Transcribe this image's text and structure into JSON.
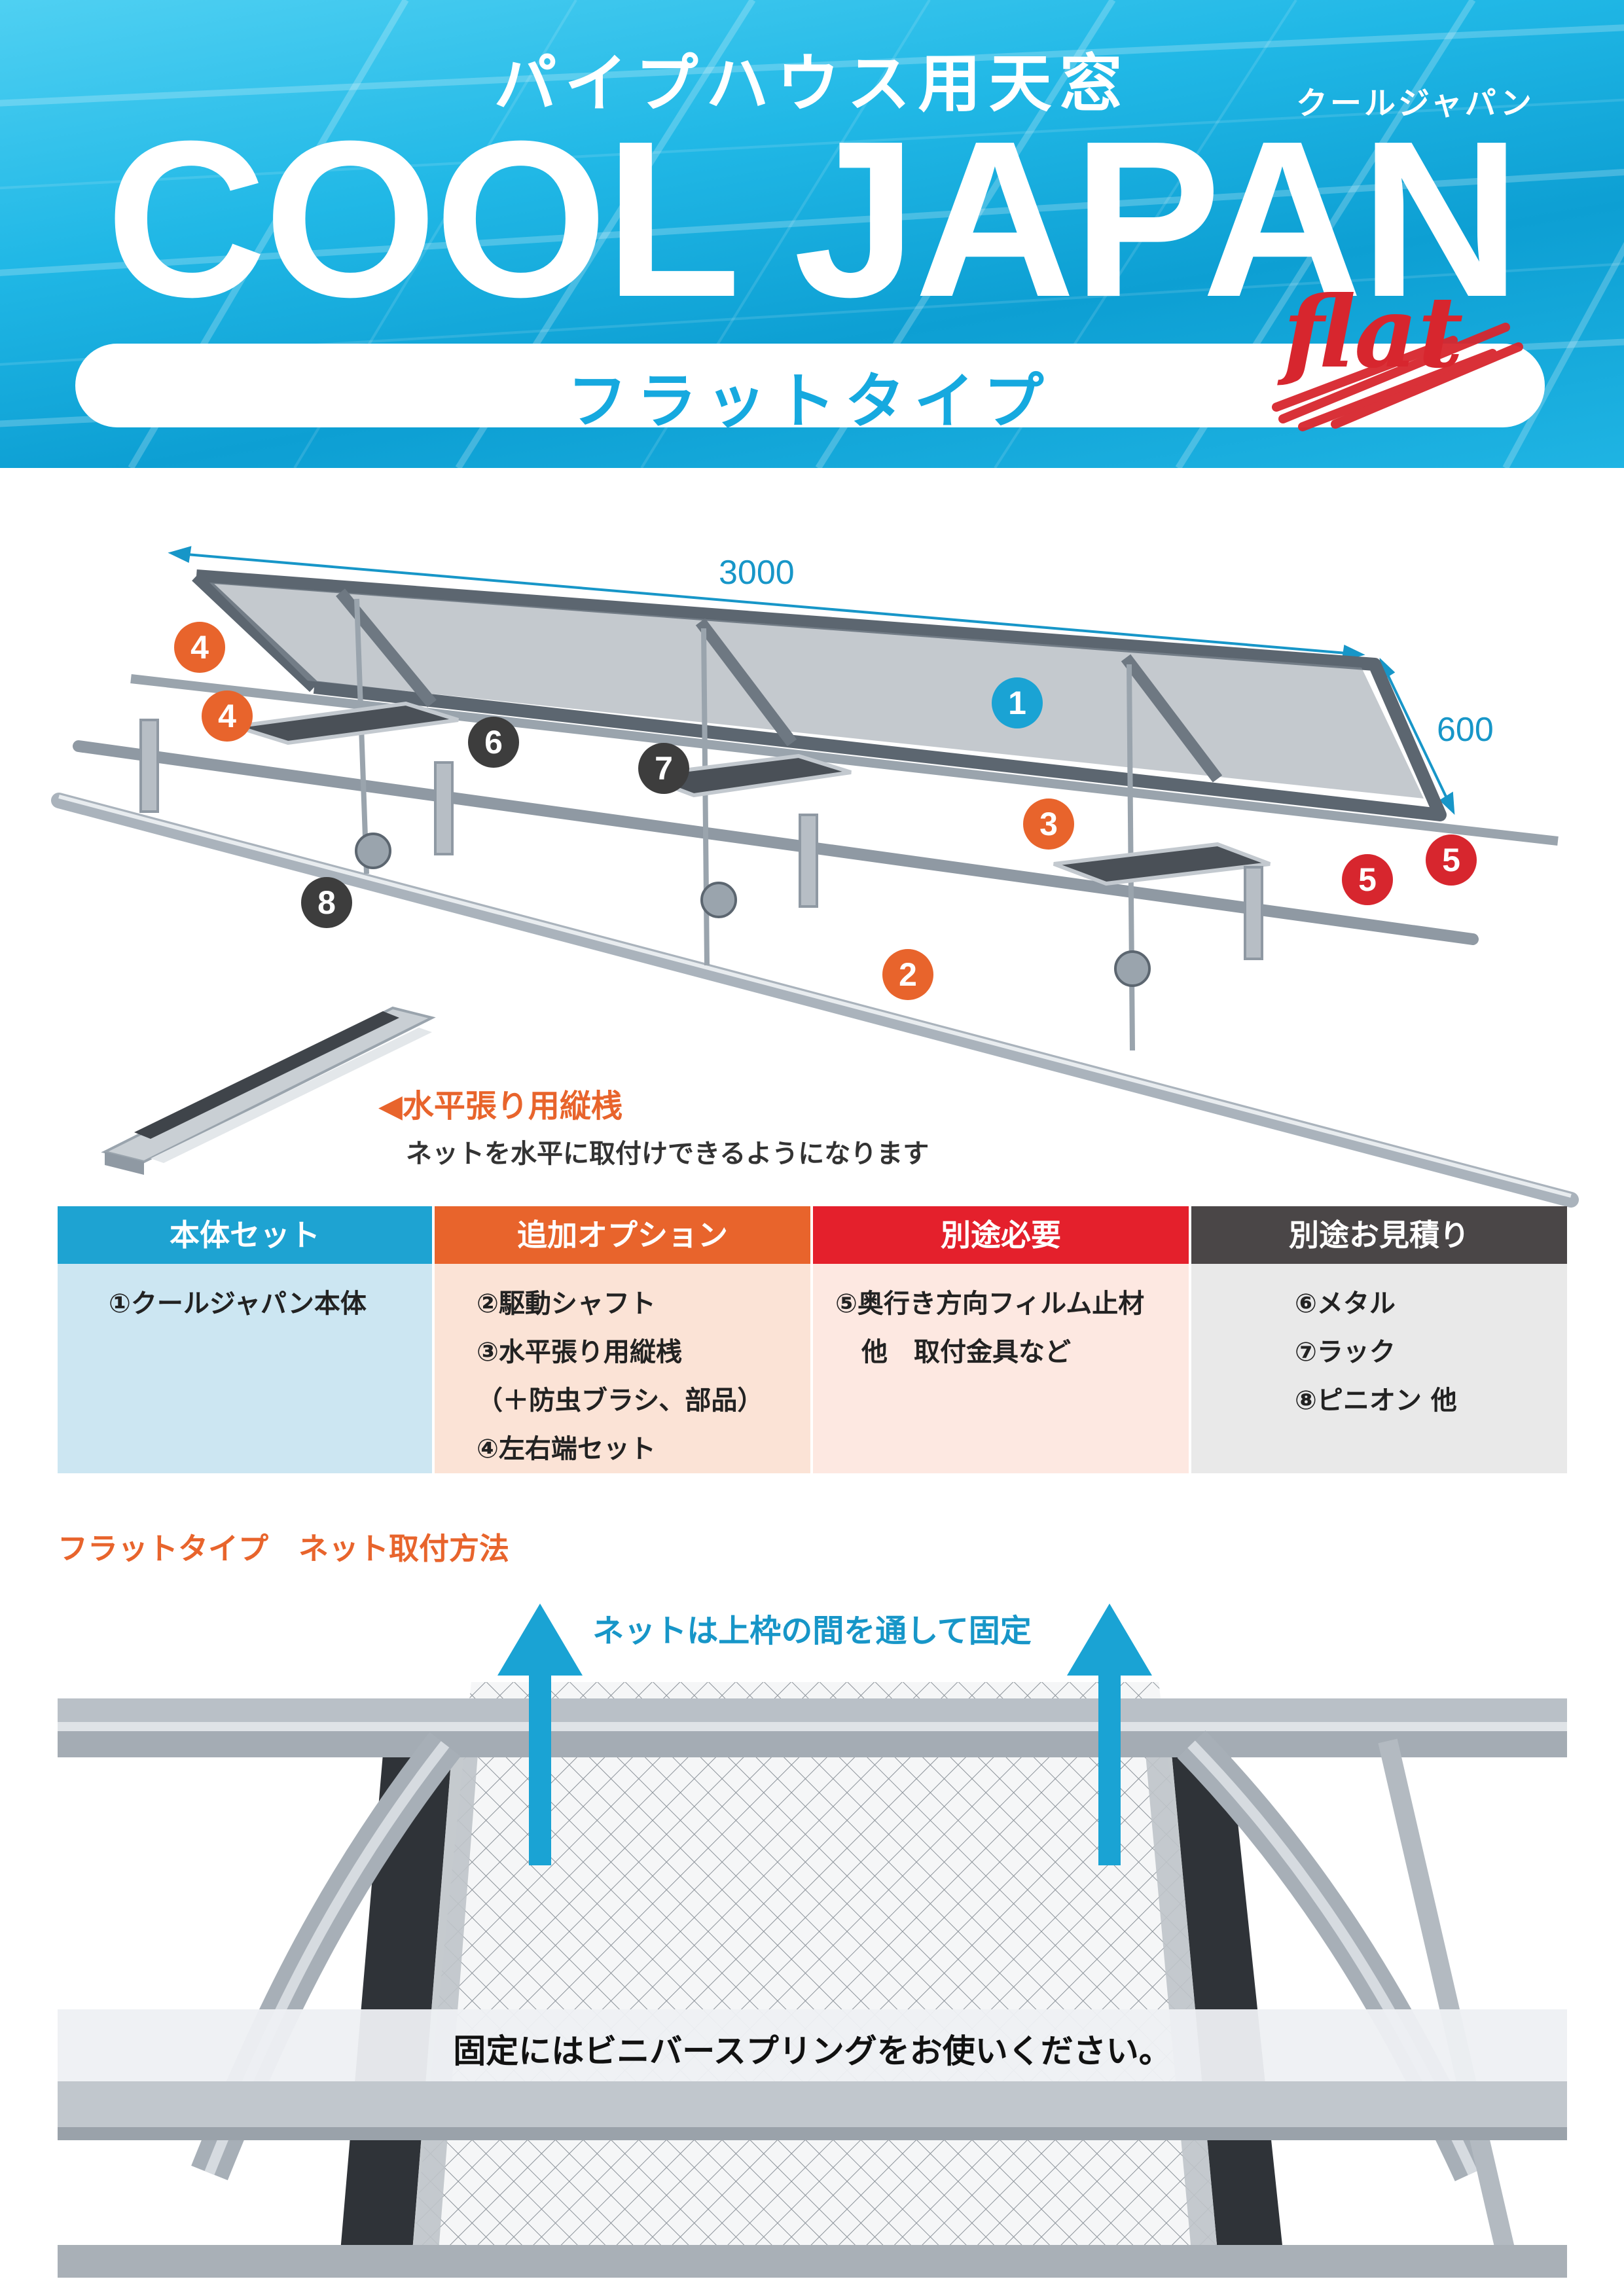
{
  "header": {
    "subtitle": "パイプハウス用天窓",
    "title": "COOL JAPAN",
    "title_katakana": "クールジャパン",
    "type_label": "フラットタイプ",
    "logo_text": "flat",
    "colors": {
      "sky": "#1fb4e3",
      "accent_blue": "#16a9df",
      "logo_red": "#d7262e"
    }
  },
  "diagram": {
    "dimensions": {
      "length": "3000",
      "width": "600"
    },
    "markers": [
      "1",
      "2",
      "3",
      "4",
      "4",
      "5",
      "5",
      "6",
      "7",
      "8"
    ],
    "callout": {
      "title": "◀水平張り用縦桟",
      "description": "ネットを水平に取付けできるようになります"
    }
  },
  "parts_table": {
    "columns": [
      {
        "header": "本体セット",
        "color": "#1ea3d2",
        "bg": "#cce6f2",
        "items": [
          "①クールジャパン本体"
        ]
      },
      {
        "header": "追加オプション",
        "color": "#e8642c",
        "bg": "#fbe3d6",
        "items": [
          "②駆動シャフト",
          "③水平張り用縦桟",
          "（＋防虫ブラシ、部品）",
          "④左右端セット"
        ]
      },
      {
        "header": "別途必要",
        "color": "#e4202c",
        "bg": "#fde8e1",
        "items": [
          "⑤奥行き方向フィルム止材",
          "他　取付金具など"
        ]
      },
      {
        "header": "別途お見積り",
        "color": "#4a4647",
        "bg": "#e9e9e9",
        "items": [
          "⑥メタル",
          "⑦ラック",
          "⑧ピニオン 他"
        ]
      }
    ]
  },
  "net_section": {
    "heading": "フラットタイプ　ネット取付方法",
    "arrow_label": "ネットは上枠の間を通して固定",
    "banner": "固定にはビニバースプリングをお使いください。"
  }
}
